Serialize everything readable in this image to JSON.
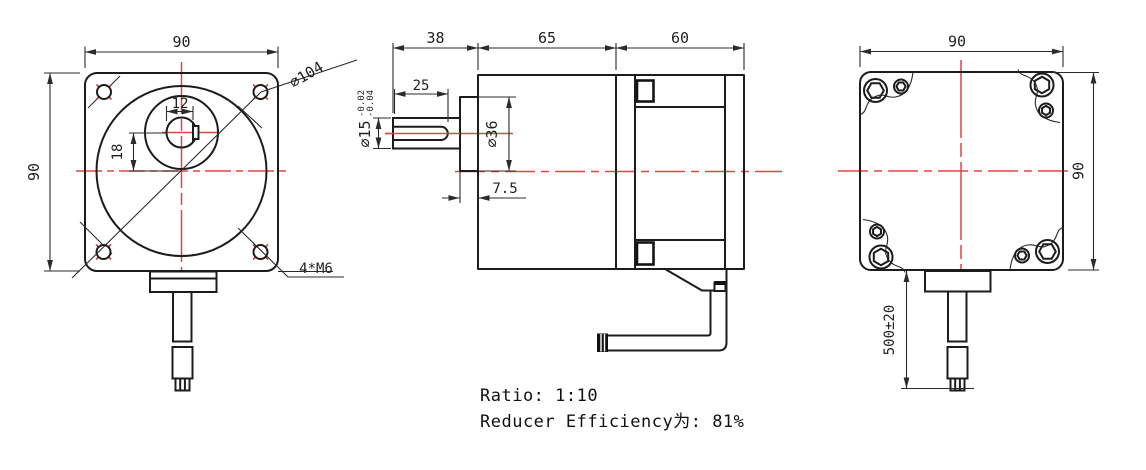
{
  "drawing": {
    "title": "gear-motor-outline-drawing",
    "colors": {
      "line": "#1c1c1c",
      "dimension": "#2b2b2b",
      "centerline": "#e04545",
      "background": "#ffffff"
    },
    "front_view": {
      "dim_width": "90",
      "dim_height": "90",
      "dim_bore_key": "12",
      "dim_shaft_offset": "18",
      "dim_bolt_circle": "∅104",
      "dim_mount_holes": "4*M6"
    },
    "side_view": {
      "dim_shaft_section": "38",
      "dim_gearbox_length": "65",
      "dim_motor_length": "60",
      "dim_key_length": "25",
      "dim_shaft_dia": "∅15",
      "tol_upper": "-0.02",
      "tol_lower": "-0.04",
      "dim_boss_dia": "∅36",
      "dim_boss_step": "7.5"
    },
    "back_view": {
      "dim_width": "90",
      "dim_height": "90",
      "dim_cable_length": "500±20"
    },
    "notes": {
      "ratio": "Ratio: 1:10",
      "efficiency": "Reducer Efficiency为: 81%"
    }
  }
}
